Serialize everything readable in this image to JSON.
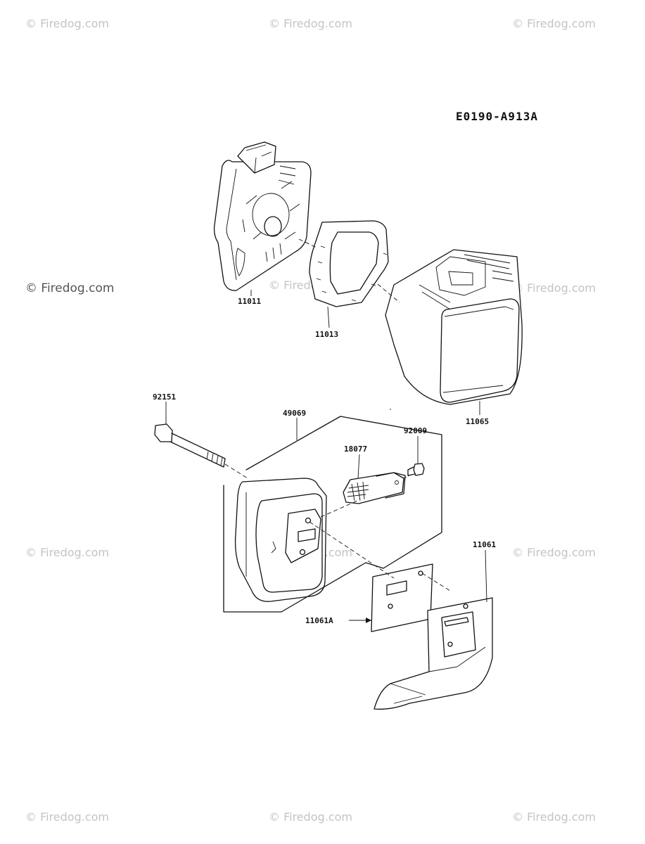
{
  "diagram_code": "E0190-A913A",
  "watermark_text": "© Firedog.com",
  "parts": [
    {
      "id": "p11011",
      "number": "11011"
    },
    {
      "id": "p11013",
      "number": "11013"
    },
    {
      "id": "p11065",
      "number": "11065"
    },
    {
      "id": "p92151",
      "number": "92151"
    },
    {
      "id": "p49069",
      "number": "49069"
    },
    {
      "id": "p18077",
      "number": "18077"
    },
    {
      "id": "p92009",
      "number": "92009"
    },
    {
      "id": "p11061",
      "number": "11061"
    },
    {
      "id": "p11061A",
      "number": "11061A"
    }
  ]
}
